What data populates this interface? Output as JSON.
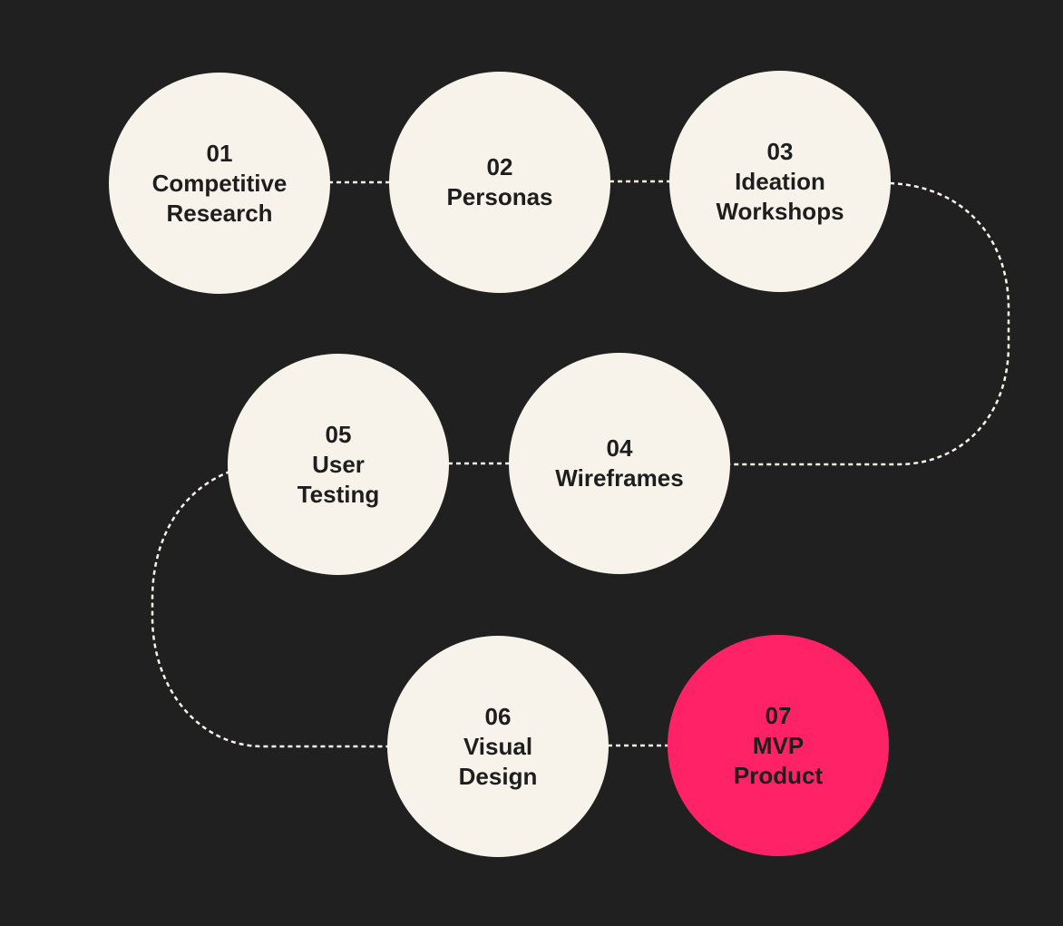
{
  "colors": {
    "background": "#202020",
    "node": "#f7f3ea",
    "highlight": "#ff2266",
    "text": "#1e1e1e",
    "connector": "#f7f4ec"
  },
  "steps": [
    {
      "number": "01",
      "line1": "Competitive",
      "line2": "Research"
    },
    {
      "number": "02",
      "line1": "Personas",
      "line2": ""
    },
    {
      "number": "03",
      "line1": "Ideation",
      "line2": "Workshops"
    },
    {
      "number": "04",
      "line1": "Wireframes",
      "line2": ""
    },
    {
      "number": "05",
      "line1": "User",
      "line2": "Testing"
    },
    {
      "number": "06",
      "line1": "Visual",
      "line2": "Design"
    },
    {
      "number": "07",
      "line1": "MVP",
      "line2": "Product"
    }
  ]
}
